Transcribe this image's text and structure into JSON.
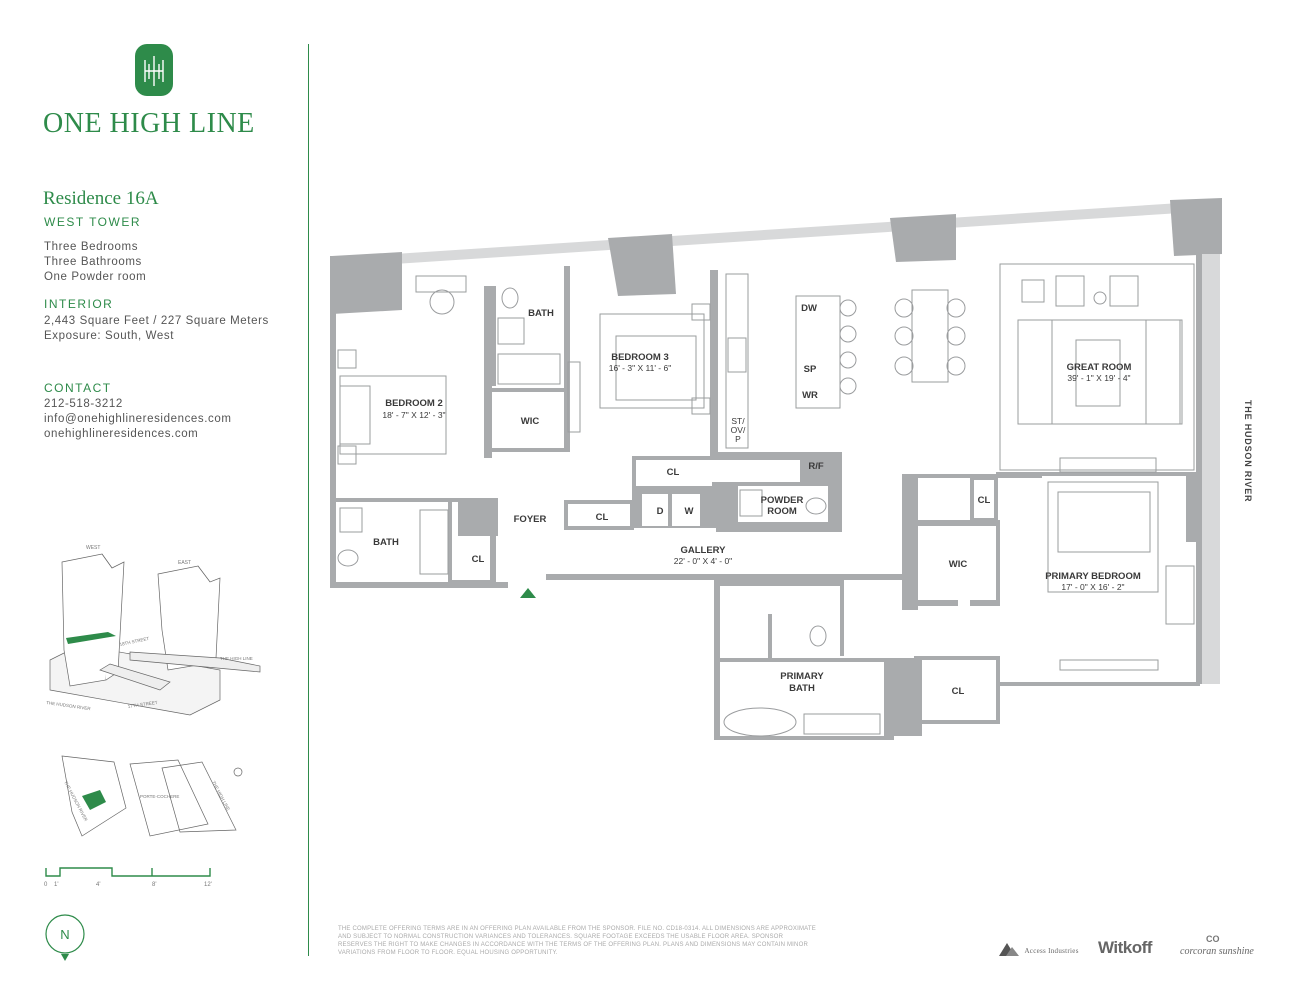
{
  "brand": {
    "name": "ONE HIGH LINE",
    "mark_icon": "one-high-line-monogram-icon",
    "color": "#2e8b4a"
  },
  "residence": {
    "title": "Residence 16A",
    "tower": "WEST TOWER",
    "features": [
      "Three Bedrooms",
      "Three Bathrooms",
      "One Powder room"
    ]
  },
  "interior": {
    "label": "INTERIOR",
    "area": "2,443 Square Feet / 227 Square Meters",
    "exposure": "Exposure: South, West"
  },
  "contact": {
    "label": "CONTACT",
    "phone": "212-518-3212",
    "email": "info@onehighlineresidences.com",
    "website": "onehighlineresidences.com"
  },
  "tower_diagram": {
    "west": "WEST",
    "east": "EAST",
    "street_18": "18TH STREET",
    "street_17": "17TH STREET",
    "high_line": "THE HIGH LINE",
    "hudson": "THE HUDSON RIVER"
  },
  "site_map": {
    "hudson": "THE HUDSON RIVER",
    "porte_cochere": "PORTE-COCHERE",
    "high_line": "THE HIGH LINE"
  },
  "scale": {
    "ticks": [
      "0",
      "1'",
      "4'",
      "8'",
      "12'"
    ]
  },
  "compass": {
    "label": "N"
  },
  "plan": {
    "wall_color": "#a9abad",
    "rooms": {
      "bedroom2": {
        "name": "BEDROOM 2",
        "dim": "18' - 7\" X 12' - 3\""
      },
      "bedroom3": {
        "name": "BEDROOM 3",
        "dim": "16' - 3\" X 11' - 6\""
      },
      "great_room": {
        "name": "GREAT ROOM",
        "dim": "39' - 1\" X 19' - 4\""
      },
      "primary_bedroom": {
        "name": "PRIMARY BEDROOM",
        "dim": "17' - 0\" X 16' - 2\""
      },
      "gallery": {
        "name": "GALLERY",
        "dim": "22' - 0\" X 4' - 0\""
      },
      "primary_bath": {
        "name1": "PRIMARY",
        "name2": "BATH"
      },
      "powder": {
        "name1": "POWDER",
        "name2": "ROOM"
      },
      "bath_top": "BATH",
      "bath_left": "BATH",
      "wic_left": "WIC",
      "wic_right": "WIC",
      "foyer": "FOYER",
      "cl_kitchen": "CL",
      "cl_gallery": "CL",
      "cl_left": "CL",
      "cl_primary": "CL",
      "cl_bottom": "CL",
      "rf": "R/F",
      "dw": "DW",
      "sp": "SP",
      "wr": "WR",
      "d": "D",
      "w": "W",
      "st": "ST/",
      "ov": "OV/",
      "p": "P"
    }
  },
  "river_label": "THE HUDSON RIVER",
  "disclaimer": "THE COMPLETE OFFERING TERMS ARE IN AN OFFERING PLAN AVAILABLE FROM THE SPONSOR. FILE NO. CD18-0314. ALL DIMENSIONS ARE APPROXIMATE AND SUBJECT TO NORMAL CONSTRUCTION VARIANCES AND TOLERANCES. SQUARE FOOTAGE EXCEEDS THE USABLE FLOOR AREA. SPONSOR RESERVES THE RIGHT TO MAKE CHANGES IN ACCORDANCE WITH THE TERMS OF THE OFFERING PLAN. PLANS AND DIMENSIONS MAY CONTAIN MINOR VARIATIONS FROM FLOOR TO FLOOR. EQUAL HOUSING OPPORTUNITY.",
  "partners": {
    "access": "Access Industries",
    "witkoff": "Witkoff",
    "corcoran": "corcoran sunshine",
    "corcoran_mark": "CO"
  }
}
